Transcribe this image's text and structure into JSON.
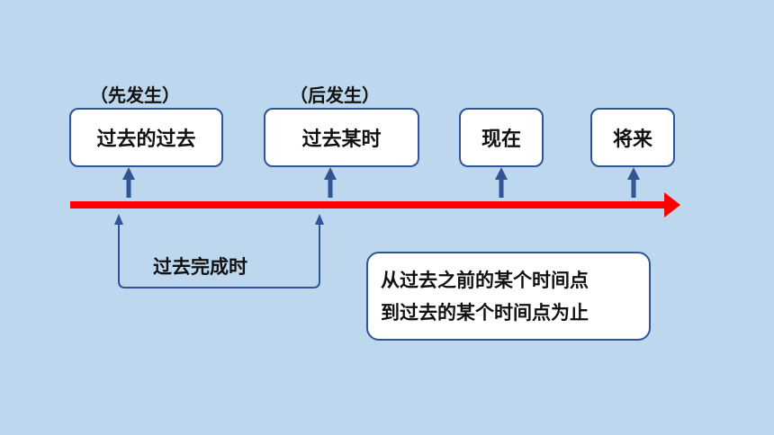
{
  "timeline": {
    "events": [
      {
        "label": "过去的过去",
        "note": "（先发生）"
      },
      {
        "label": "过去某时",
        "note": "（后发生）"
      },
      {
        "label": "现在",
        "note": ""
      },
      {
        "label": "将来",
        "note": ""
      }
    ],
    "span_label": "过去完成时",
    "description": [
      "从过去之前的某个时间点",
      "到过去的某个时间点为止"
    ]
  },
  "colors": {
    "background": "#bdd7ee",
    "timeline_arrow": "#ff0000",
    "box_border": "#2f5597",
    "pointer_arrow": "#2f5597"
  }
}
